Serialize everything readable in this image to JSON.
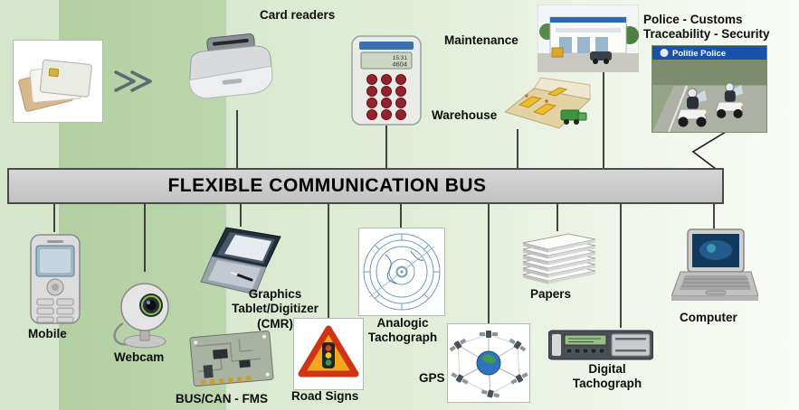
{
  "bus": {
    "title": "FLEXIBLE COMMUNICATION BUS"
  },
  "nodes": {
    "card_readers": {
      "label": "Card readers"
    },
    "keypad": {
      "lcd_time": "15:31",
      "lcd_value": "4604"
    },
    "maintenance": {
      "label": "Maintenance"
    },
    "warehouse": {
      "label": "Warehouse"
    },
    "police": {
      "label": "Police - Customs\nTraceability - Security",
      "banner": "Politie Police"
    },
    "mobile": {
      "label": "Mobile"
    },
    "webcam": {
      "label": "Webcam"
    },
    "graphics_tablet": {
      "label": "Graphics\nTablet/Digitizer\n(CMR)"
    },
    "bus_can": {
      "label": "BUS/CAN - FMS"
    },
    "road_signs": {
      "label": "Road Signs"
    },
    "analogic_tachograph": {
      "label": "Analogic\nTachograph"
    },
    "gps": {
      "label": "GPS"
    },
    "papers": {
      "label": "Papers"
    },
    "digital_tachograph": {
      "label": "Digital\nTachograph"
    },
    "computer": {
      "label": "Computer"
    }
  },
  "colors": {
    "band_green": "#b7d2a9",
    "bus_fill": "#cbcbcb",
    "bus_border": "#4a4a4a",
    "sign_orange": "#f2a71e",
    "banner_blue": "#1a52aa"
  }
}
